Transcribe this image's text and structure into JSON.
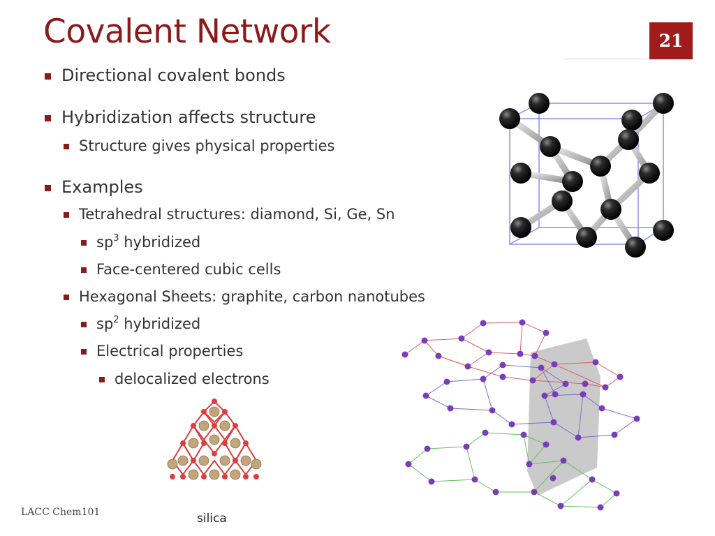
{
  "slide": {
    "title": "Covalent Network",
    "page_number": "21",
    "footer": "LACC Chem101"
  },
  "bullets": {
    "b1": "Directional covalent bonds",
    "b2": "Hybridization affects structure",
    "b2_1": "Structure gives physical properties",
    "b3": "Examples",
    "b3_1": "Tetrahedral structures: diamond, Si, Ge, Sn",
    "b3_1_1_pre": "sp",
    "b3_1_1_sup": "3",
    "b3_1_1_post": " hybridized",
    "b3_1_2": "Face-centered cubic cells",
    "b3_2": "Hexagonal Sheets: graphite, carbon nanotubes",
    "b3_2_1_pre": "sp",
    "b3_2_1_sup": "2",
    "b3_2_1_post": " hybridized",
    "b3_2_2": "Electrical properties",
    "b3_2_2_1": "delocalized electrons"
  },
  "figures": {
    "silica_caption": "silica"
  },
  "colors": {
    "title": "#8b1a1a",
    "page_badge": "#a01c1c",
    "bullet": "#8b1a1a",
    "text": "#333333",
    "graphite_atom": "#7a3db8",
    "graphite_red_bond": "#e06060",
    "graphite_blue_bond": "#7070d0",
    "graphite_green_bond": "#60c060",
    "silica_red": "#e03c3c",
    "silica_tan": "#c4a57a"
  }
}
